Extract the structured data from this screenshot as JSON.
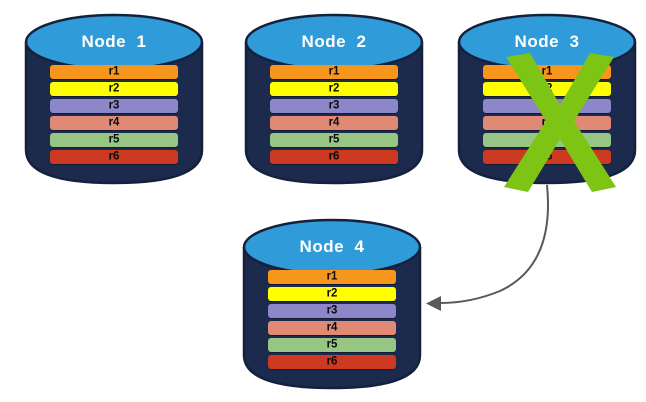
{
  "diagram": {
    "title_text_color": "#ffffff",
    "background": "#ffffff",
    "cylinder_body_color": "#1b2a4d",
    "cylinder_top_color": "#2f9bd8",
    "cylinder_outline_color": "#1b2a4d",
    "x_mark_color": "#7ec414",
    "arrow_color": "#595959"
  },
  "row_palette": {
    "r1": "#f7961d",
    "r2": "#ffff00",
    "r3": "#8d86c9",
    "r4": "#e08a76",
    "r5": "#97c684",
    "r6": "#cc3a22"
  },
  "nodes": [
    {
      "id": "node-1",
      "label": "Node  1",
      "failed": false,
      "rows": [
        {
          "label": "r1",
          "color": "#f7961d"
        },
        {
          "label": "r2",
          "color": "#ffff00"
        },
        {
          "label": "r3",
          "color": "#8d86c9"
        },
        {
          "label": "r4",
          "color": "#e08a76"
        },
        {
          "label": "r5",
          "color": "#97c684"
        },
        {
          "label": "r6",
          "color": "#cc3a22"
        }
      ]
    },
    {
      "id": "node-2",
      "label": "Node  2",
      "failed": false,
      "rows": [
        {
          "label": "r1",
          "color": "#f7961d"
        },
        {
          "label": "r2",
          "color": "#ffff00"
        },
        {
          "label": "r3",
          "color": "#8d86c9"
        },
        {
          "label": "r4",
          "color": "#e08a76"
        },
        {
          "label": "r5",
          "color": "#97c684"
        },
        {
          "label": "r6",
          "color": "#cc3a22"
        }
      ]
    },
    {
      "id": "node-3",
      "label": "Node  3",
      "failed": true,
      "rows": [
        {
          "label": "r1",
          "color": "#f7961d"
        },
        {
          "label": "r2",
          "color": "#ffff00"
        },
        {
          "label": "r3",
          "color": "#8d86c9"
        },
        {
          "label": "r4",
          "color": "#e08a76"
        },
        {
          "label": "r5",
          "color": "#97c684"
        },
        {
          "label": "r6",
          "color": "#cc3a22"
        }
      ]
    },
    {
      "id": "node-4",
      "label": "Node  4",
      "failed": false,
      "rows": [
        {
          "label": "r1",
          "color": "#f7961d"
        },
        {
          "label": "r2",
          "color": "#ffff00"
        },
        {
          "label": "r3",
          "color": "#8d86c9"
        },
        {
          "label": "r4",
          "color": "#e08a76"
        },
        {
          "label": "r5",
          "color": "#97c684"
        },
        {
          "label": "r6",
          "color": "#cc3a22"
        }
      ]
    }
  ],
  "connector": {
    "from": "node-3",
    "to": "node-4",
    "style": "curved-arrow"
  }
}
